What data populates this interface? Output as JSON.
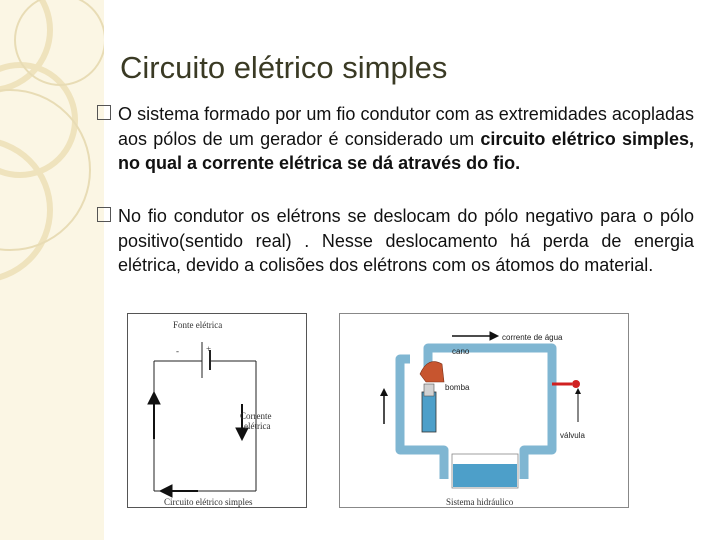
{
  "title": "Circuito elétrico simples",
  "bullets": [
    {
      "normal": "O sistema formado por um fio condutor com as extremidades acopladas aos pólos de um gerador é considerado um ",
      "bold": "circuito elétrico simples, no qual a corrente elétrica se dá através do fio."
    },
    {
      "normal": "No fio condutor os elétrons se deslocam do pólo negativo para o pólo positivo(sentido real) . Nesse deslocamento há perda de energia elétrica, devido a colisões dos elétrons com os átomos do material."
    }
  ],
  "figure_circuit": {
    "source_label": "Fonte elétrica",
    "minus": "-",
    "plus": "+",
    "current_label_1": "Corrente",
    "current_label_2": "elétrica",
    "caption": "Circuito elétrico simples"
  },
  "figure_hydraulic": {
    "water_current": "corrente de água",
    "pipe": "cano",
    "pump": "bomba",
    "valve": "válvula",
    "caption": "Sistema hidráulico"
  },
  "colors": {
    "title": "#3a3a24",
    "pipe": "#7fb6d2",
    "water": "#4d9fc9",
    "valve": "#d02020"
  }
}
